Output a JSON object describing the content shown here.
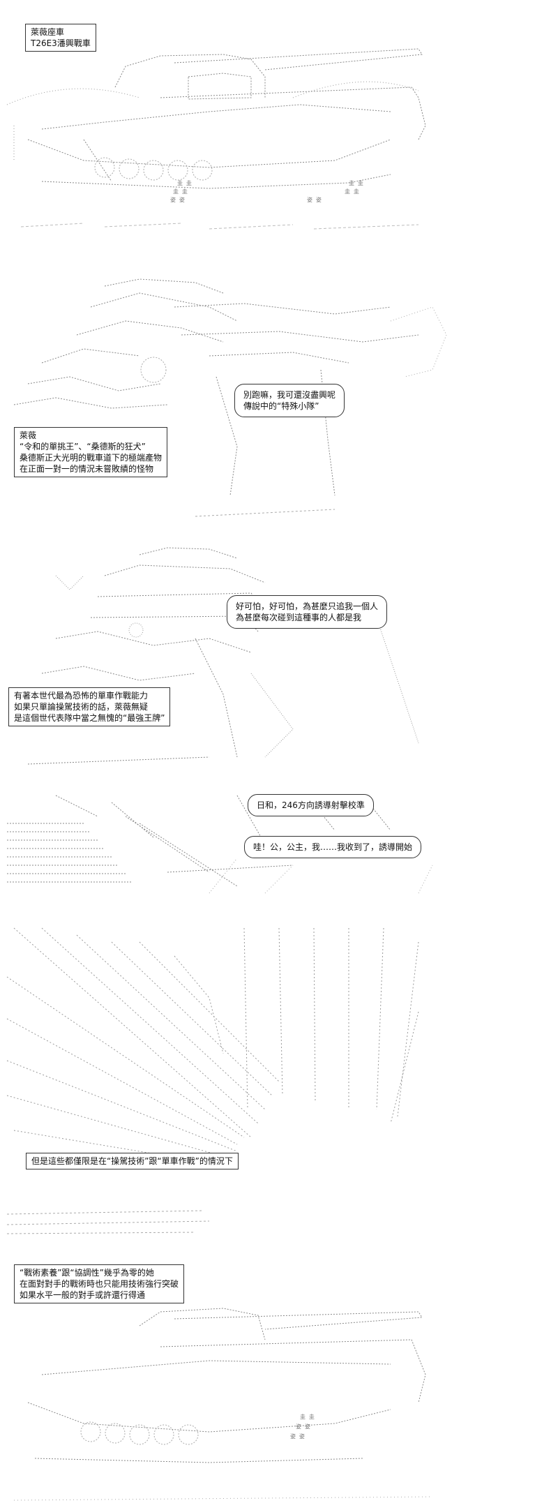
{
  "panels": [
    {
      "caption": {
        "lines": [
          "萊薇座車",
          "T26E3潘興戰車"
        ]
      },
      "tank_labels": [
        "圭 圭",
        "圭 圭",
        "圭 圭",
        "圭 圭",
        "姿 姿",
        "姿 姿"
      ]
    },
    {
      "bubble": {
        "lines": [
          "別跑嘛，我可還沒盡興呢",
          "傳說中的“特殊小隊”"
        ]
      },
      "caption": {
        "lines": [
          "萊薇",
          "“令和的單挑王”、“桑德斯的狂犬”",
          "桑德斯正大光明的戰車道下的極端產物",
          "在正面一對一的情況未嘗敗績的怪物"
        ]
      }
    },
    {
      "bubble": {
        "lines": [
          "好可怕，好可怕，為甚麼只追我一個人",
          "為甚麼每次碰到這種事的人都是我"
        ]
      },
      "caption": {
        "lines": [
          "有著本世代最為恐怖的單車作戰能力",
          "如果只單論操駕技術的話，萊薇無疑",
          "是這個世代表隊中當之無愧的“最強王牌”"
        ]
      }
    },
    {
      "bubbles": [
        {
          "lines": [
            "日和，246方向誘導射擊校準"
          ]
        },
        {
          "lines": [
            "哇！公，公主，我……我收到了，誘導開始"
          ]
        }
      ]
    },
    {
      "caption": {
        "lines": [
          "但是這些都僅限是在“操駕技術”跟“單車作戰”的情況下"
        ]
      }
    },
    {
      "caption": {
        "lines": [
          "“戰術素養”跟“協調性”幾乎為零的她",
          "在面對對手的戰術時也只能用技術強行突破",
          "如果水平一般的對手或許還行得通"
        ]
      },
      "tank_labels": [
        "圭 圭",
        "姿 姿",
        "姿 姿"
      ]
    }
  ]
}
